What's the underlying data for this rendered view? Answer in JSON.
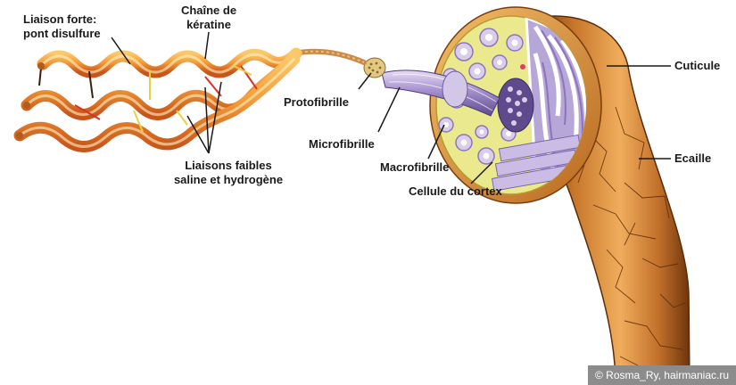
{
  "labels": {
    "liaison_forte_1": "Liaison forte:",
    "liaison_forte_2": "pont disulfure",
    "chaine_1": "Chaîne de",
    "chaine_2": "kératine",
    "liaisons_faibles_1": "Liaisons faibles",
    "liaisons_faibles_2": "saline et hydrogène",
    "protofibrille": "Protofibrille",
    "microfibrille": "Microfibrille",
    "macrofibrille": "Macrofibrille",
    "cellule_cortex": "Cellule du cortex",
    "cuticule": "Cuticule",
    "ecaille": "Ecaille"
  },
  "watermark": "© Rosma_Ry, hairmaniac.ru",
  "colors": {
    "helix_light": "#f7b24a",
    "helix_dark": "#d9651c",
    "hair_shaft": "#c97a2c",
    "hair_shaft_dark": "#8a4a16",
    "cross_section_fill": "#e8e78a",
    "fibril_purple": "#9b86c4",
    "disulfide_bond": "#d8332a",
    "weak_bond": "#e6d23a"
  }
}
